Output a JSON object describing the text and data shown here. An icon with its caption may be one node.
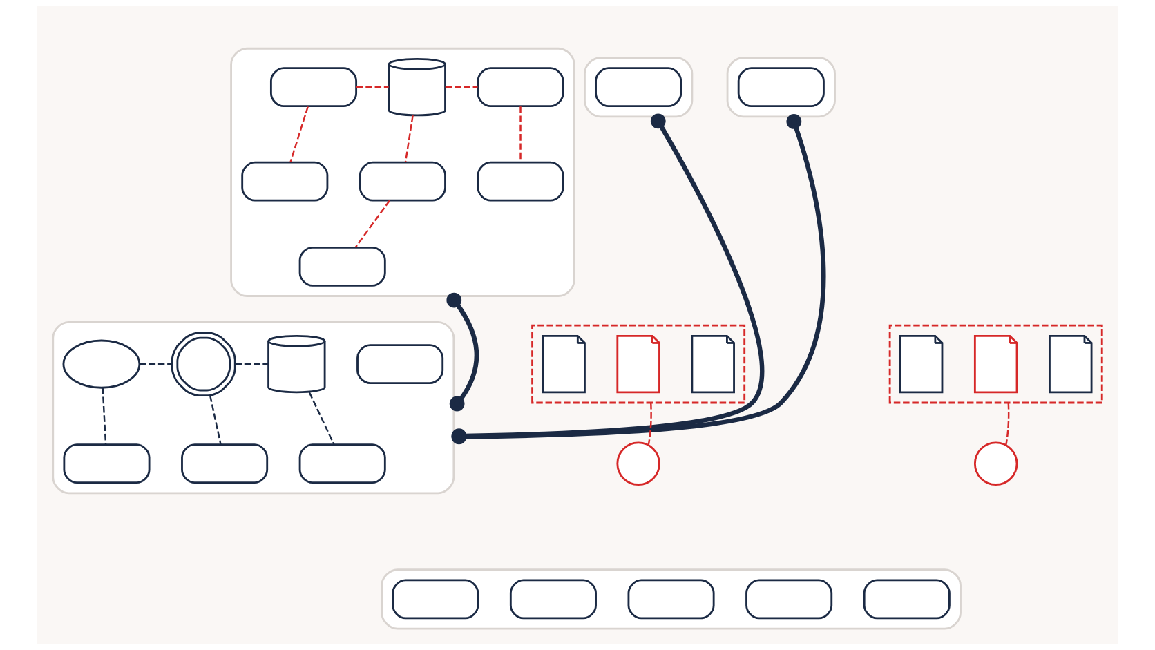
{
  "diagram": {
    "nodes": [
      {
        "text": [],
        "shape": "box"
      },
      {
        "text": [],
        "shape": "box",
        "in": 0
      },
      {
        "text": [],
        "shape": "box"
      },
      {
        "text": [],
        "shape": "box",
        "in": 2
      },
      {
        "text": [],
        "shape": "cylinder",
        "in": 2
      },
      {
        "text": [],
        "shape": "box",
        "in": 2
      },
      {
        "text": [],
        "shape": "box",
        "in": 2
      },
      {
        "text": [],
        "shape": "box",
        "in": 2
      },
      {
        "text": [],
        "shape": "box",
        "in": 2
      },
      {
        "text": [],
        "shape": "box",
        "in": 2
      },
      {
        "text": [],
        "shape": "box"
      },
      {
        "text": [],
        "shape": "box",
        "in": 10
      },
      {
        "text": [],
        "shape": "box"
      },
      {
        "text": [],
        "shape": "document",
        "in": 12
      },
      {
        "text": [],
        "shape": "document",
        "in": 12
      },
      {
        "text": [],
        "shape": "document",
        "in": 12
      },
      {
        "text": [],
        "shape": "box"
      },
      {
        "text": [],
        "shape": "cloud",
        "in": 16
      },
      {
        "text": [],
        "shape": "gear",
        "in": 16
      },
      {
        "text": [],
        "shape": "cylinder",
        "in": 16
      },
      {
        "text": [],
        "shape": "box",
        "in": 16
      },
      {
        "text": [],
        "shape": "box",
        "in": 16
      },
      {
        "text": [],
        "shape": "box",
        "in": 16
      },
      {
        "text": [],
        "shape": "box",
        "in": 16
      },
      {
        "text": [],
        "shape": "box"
      },
      {
        "text": [],
        "shape": "document",
        "in": 24
      },
      {
        "text": [],
        "shape": "document",
        "in": 24
      },
      {
        "text": [],
        "shape": "document",
        "in": 24
      },
      {
        "text": [],
        "shape": "circle"
      },
      {
        "text": [],
        "shape": "circle"
      },
      {
        "text": [],
        "shape": "box"
      },
      {
        "text": [],
        "shape": "box",
        "in": 30
      },
      {
        "text": [],
        "shape": "box",
        "in": 30
      },
      {
        "text": [],
        "shape": "box",
        "in": 30
      },
      {
        "text": [],
        "shape": "box",
        "in": 30
      },
      {
        "text": [],
        "shape": "box",
        "in": 30
      }
    ],
    "edges": [
      {
        "from": 0,
        "to": 16,
        "arrow": "other",
        "style": "thick",
        "color": "#1b2a44"
      },
      {
        "from": 10,
        "to": 16,
        "arrow": "other",
        "style": "thick",
        "color": "#1b2a44"
      },
      {
        "from": 2,
        "to": 16,
        "arrow": "other",
        "style": "thick",
        "color": "#1b2a44"
      },
      {
        "from": 3,
        "to": 4,
        "arrow": "none",
        "style": "dashed",
        "color": "#d62828"
      },
      {
        "from": 4,
        "to": 5,
        "arrow": "none",
        "style": "dashed",
        "color": "#d62828"
      },
      {
        "from": 3,
        "to": 6,
        "arrow": "none",
        "style": "dashed",
        "color": "#d62828"
      },
      {
        "from": 4,
        "to": 7,
        "arrow": "none",
        "style": "dashed",
        "color": "#d62828"
      },
      {
        "from": 5,
        "to": 8,
        "arrow": "none",
        "style": "dashed",
        "color": "#d62828"
      },
      {
        "from": 7,
        "to": 9,
        "arrow": "none",
        "style": "dashed",
        "color": "#d62828"
      },
      {
        "from": 17,
        "to": 18,
        "arrow": "none",
        "style": "dashed",
        "color": "#1b2a44"
      },
      {
        "from": 18,
        "to": 19,
        "arrow": "none",
        "style": "dashed",
        "color": "#1b2a44"
      },
      {
        "from": 17,
        "to": 20,
        "arrow": "none",
        "style": "dashed",
        "color": "#1b2a44"
      },
      {
        "from": 18,
        "to": 21,
        "arrow": "none",
        "style": "dashed",
        "color": "#1b2a44"
      },
      {
        "from": 19,
        "to": 22,
        "arrow": "none",
        "style": "dashed",
        "color": "#1b2a44"
      },
      {
        "from": 12,
        "to": 28,
        "arrow": "none",
        "style": "dashed",
        "color": "#d62828"
      },
      {
        "from": 24,
        "to": 29,
        "arrow": "none",
        "style": "dashed",
        "color": "#d62828"
      }
    ]
  }
}
